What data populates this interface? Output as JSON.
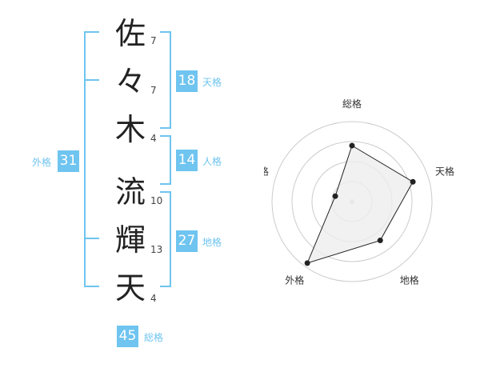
{
  "name": {
    "chars": [
      {
        "kanji": "佐",
        "strokes": "7"
      },
      {
        "kanji": "々",
        "strokes": "7"
      },
      {
        "kanji": "木",
        "strokes": "4"
      },
      {
        "kanji": "流",
        "strokes": "10"
      },
      {
        "kanji": "輝",
        "strokes": "13"
      },
      {
        "kanji": "天",
        "strokes": "4"
      }
    ]
  },
  "scores": {
    "tenkaku": {
      "value": "18",
      "label": "天格"
    },
    "jinkaku": {
      "value": "14",
      "label": "人格"
    },
    "chikaku": {
      "value": "27",
      "label": "地格"
    },
    "gaikaku": {
      "value": "31",
      "label": "外格"
    },
    "soukaku": {
      "value": "45",
      "label": "総格"
    }
  },
  "colors": {
    "accent": "#6fc4f0",
    "text": "#222222",
    "radar_fill": "#eeeeee"
  },
  "chart_data": {
    "type": "radar",
    "axes": [
      "総格",
      "天格",
      "地格",
      "外格",
      "人格"
    ],
    "values": [
      0.7,
      0.8,
      0.6,
      0.95,
      0.22
    ],
    "rings": 4,
    "grid": true
  }
}
